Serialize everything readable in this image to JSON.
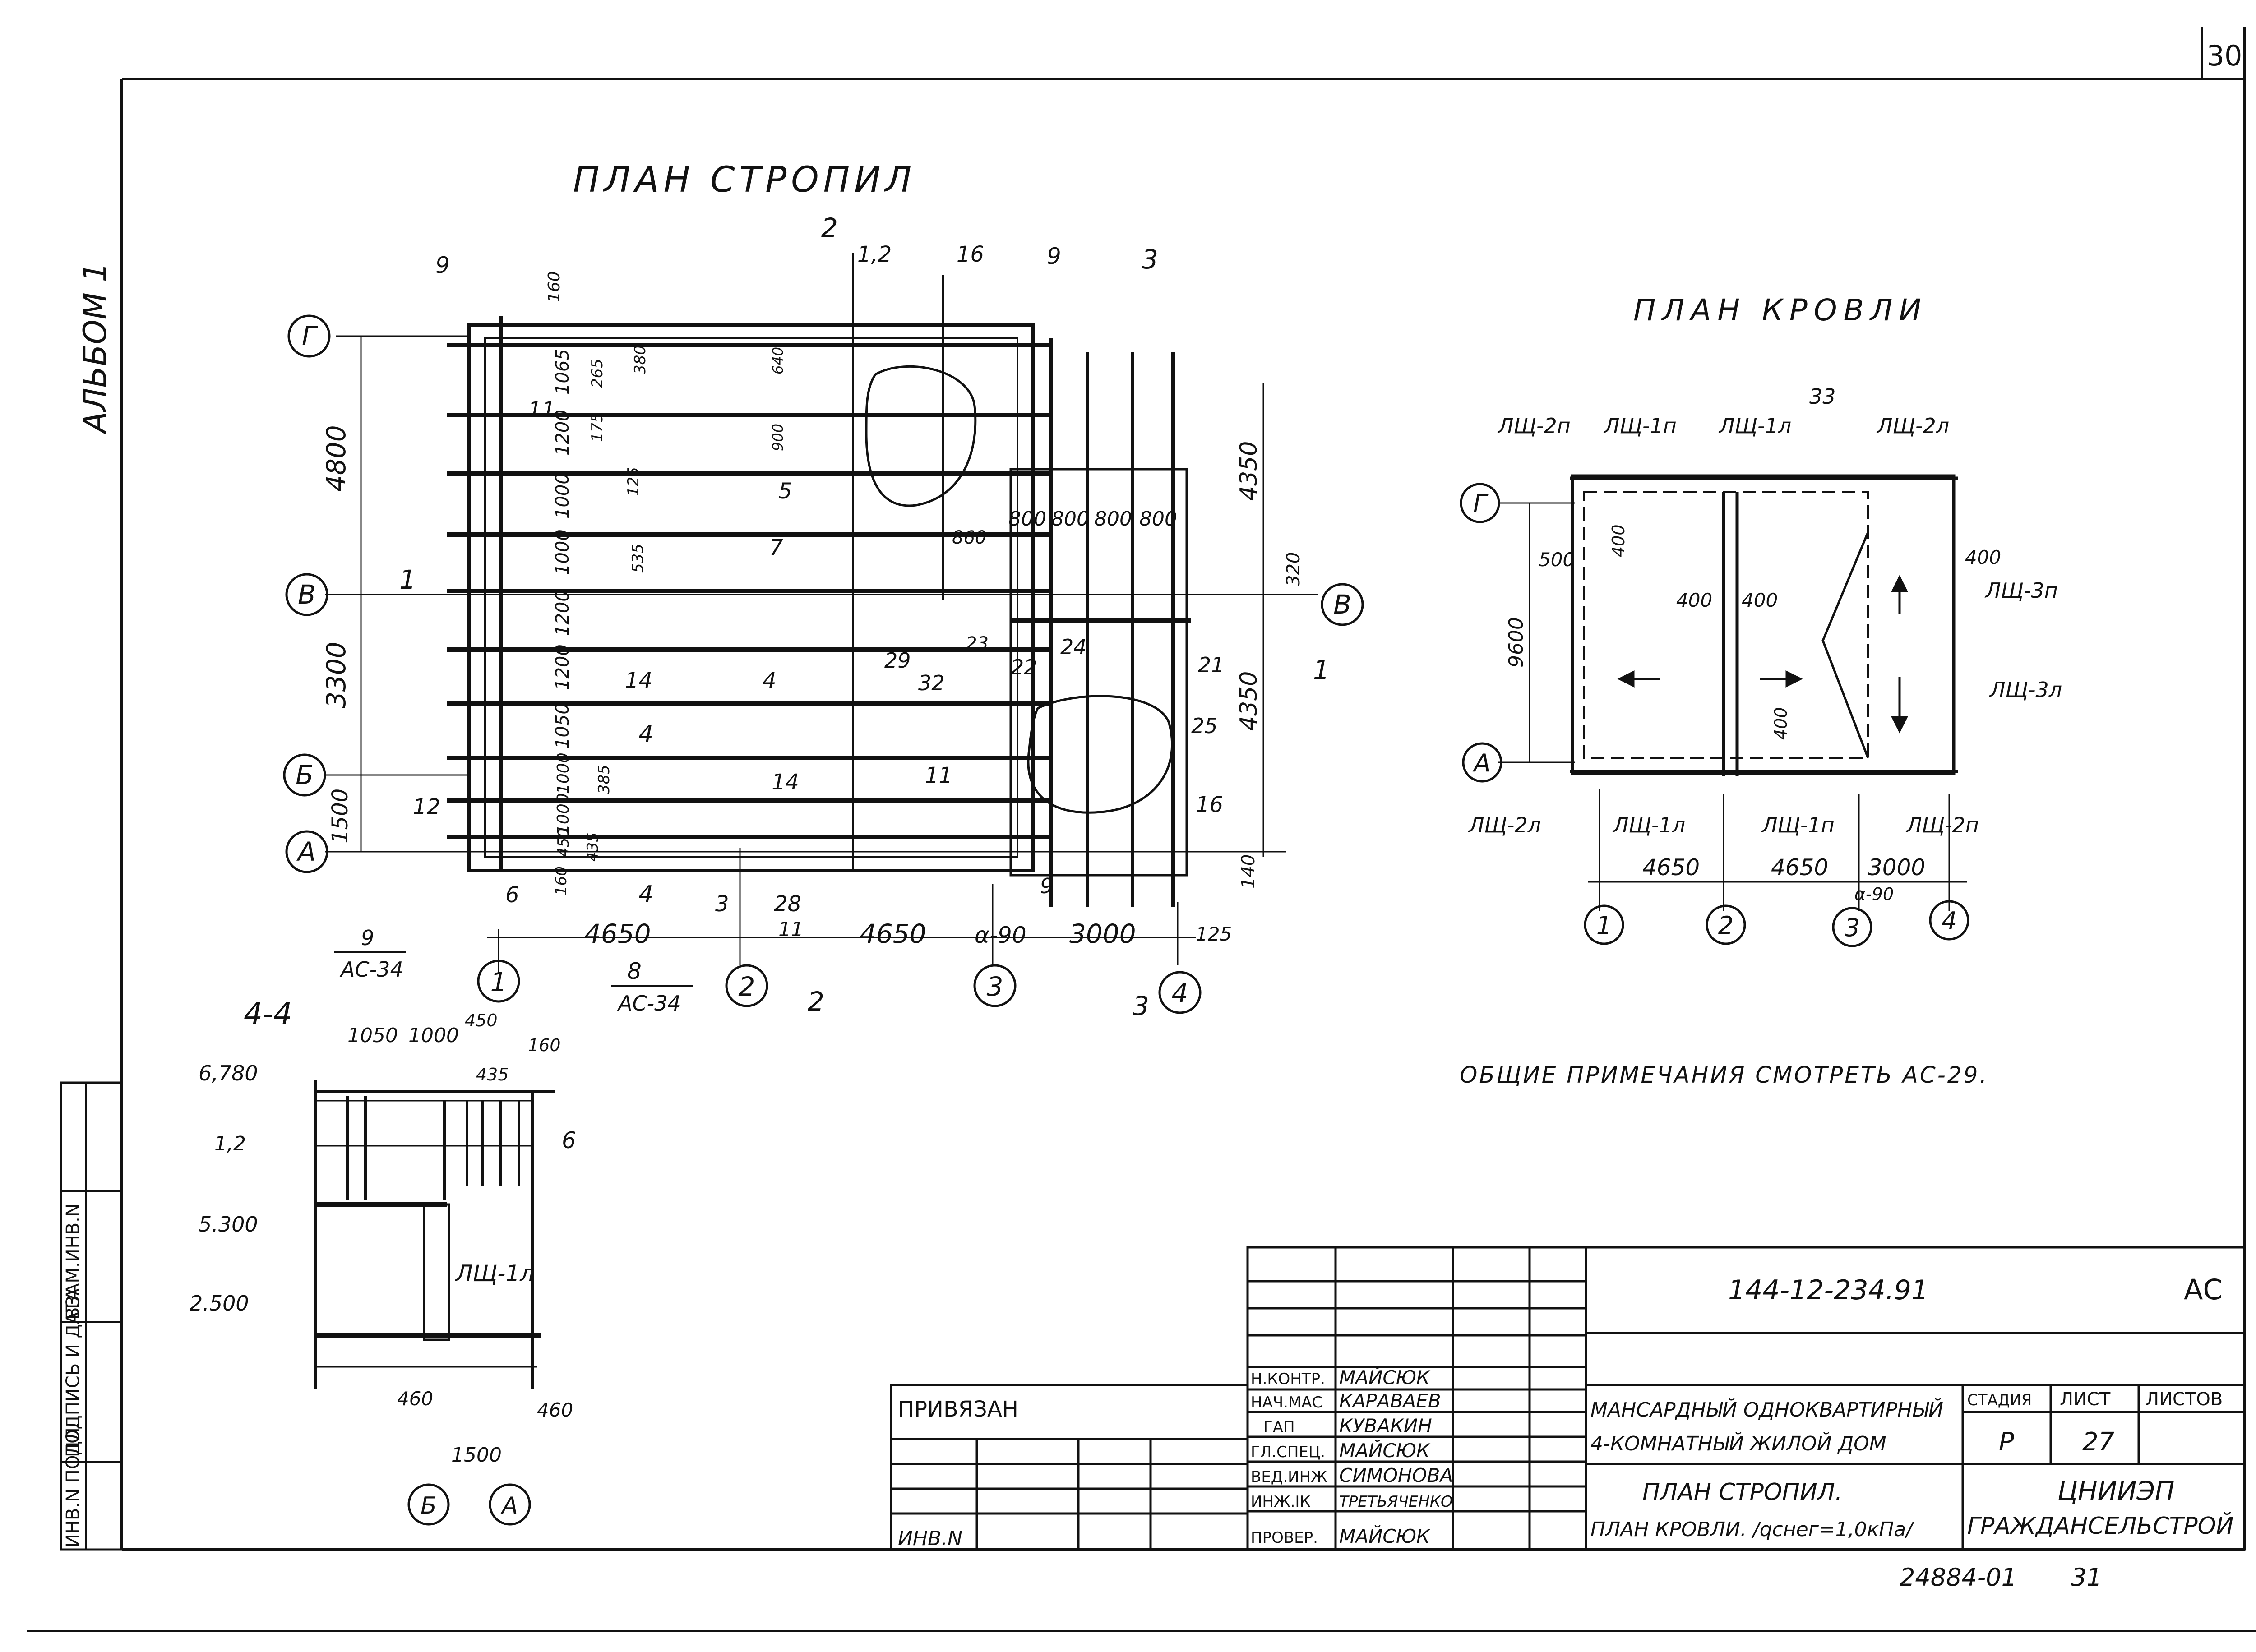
{
  "sheet_corner": "30",
  "album_label": "АЛЬБОМ 1",
  "side_stamp": {
    "inv_podl": "ИНВ.N ПОДЛ.",
    "podpis_data": "ПОДПИСЬ И ДАТА",
    "vzam_inv": "ВЗАМ.ИНВ.N"
  },
  "rafter_plan": {
    "title": "ПЛАН СТРОПИЛ",
    "axes_rows": [
      "Г",
      "В",
      "Б",
      "А"
    ],
    "axes_cols": [
      "1",
      "2",
      "3",
      "4"
    ],
    "left_dims": [
      "4800",
      "3300",
      "1500"
    ],
    "right_dims": [
      "4350",
      "4350",
      "320",
      "140"
    ],
    "bottom_dims": [
      "4650",
      "4650",
      "3000",
      "α-90",
      "125"
    ],
    "spacings": [
      "1065",
      "1200",
      "1000",
      "1000",
      "1200",
      "1200",
      "1050",
      "1000",
      "1000",
      "450",
      "160",
      "435",
      "385",
      "535",
      "125",
      "175",
      "265",
      "380",
      "640",
      "900"
    ],
    "top_spacing": [
      "800",
      "800",
      "800",
      "800",
      "860"
    ],
    "section_marks": [
      "1",
      "1",
      "2",
      "2",
      "3",
      "3",
      "4",
      "4"
    ],
    "positions": [
      "9",
      "1,2",
      "16",
      "9",
      "11",
      "5",
      "7",
      "14",
      "4",
      "11",
      "14",
      "12",
      "6",
      "3",
      "28",
      "11",
      "29",
      "32",
      "23",
      "22",
      "24",
      "21",
      "25",
      "16",
      "9"
    ],
    "refs": [
      {
        "num": "9",
        "sheet": "АС-34"
      },
      {
        "num": "8",
        "sheet": "АС-34"
      }
    ],
    "top_160": "160"
  },
  "roof_plan": {
    "title": "ПЛАН КРОВЛИ",
    "panels_top": [
      "ЛЩ-2п",
      "ЛЩ-1п",
      "ЛЩ-1л",
      "ЛЩ-2л"
    ],
    "panels_bottom": [
      "ЛЩ-2л",
      "ЛЩ-1л",
      "ЛЩ-1п",
      "ЛЩ-2п"
    ],
    "panels_right": [
      "ЛЩ-3п",
      "ЛЩ-3л"
    ],
    "dims": [
      "9600",
      "4650",
      "4650",
      "3000",
      "500",
      "400",
      "400",
      "400",
      "400",
      "400"
    ],
    "slope_note": "α-90",
    "item": "33",
    "axes_rows": [
      "Г",
      "А"
    ],
    "axes_cols": [
      "1",
      "2",
      "3",
      "4"
    ]
  },
  "section_44": {
    "title": "4-4",
    "levels": [
      "6,780",
      "5.300",
      "2.500"
    ],
    "dims_top": [
      "1050",
      "1000",
      "450",
      "435",
      "160"
    ],
    "dims_bottom": [
      "460",
      "460",
      "1500"
    ],
    "labels": [
      "1,2",
      "6",
      "ЛЩ-1л"
    ],
    "axes": [
      "Б",
      "А"
    ]
  },
  "general_note": "ОБЩИЕ ПРИМЕЧАНИЯ СМОТРЕТЬ АС-29.",
  "title_block": {
    "doc_code": "144-12-234.91",
    "set": "АС",
    "privyazan": "ПРИВЯЗАН",
    "inv_n": "ИНВ.N",
    "project": "МАНСАРДНЫЙ ОДНОКВАРТИРНЫЙ 4-КОМНАТНЫЙ ЖИЛОЙ ДОМ",
    "project_line1": "МАНСАРДНЫЙ ОДНОКВАРТИРНЫЙ",
    "project_line2": "4-КОМНАТНЫЙ ЖИЛОЙ ДОМ",
    "sheet_title_line1": "ПЛАН СТРОПИЛ.",
    "sheet_title_line2": "ПЛАН КРОВЛИ. /qснег=1,0кПа/",
    "stage_h": "СТАДИЯ",
    "list_h": "ЛИСТ",
    "lists_h": "ЛИСТОВ",
    "stage": "Р",
    "list": "27",
    "org_line1": "ЦНИИЭП",
    "org_line2": "ГРАЖДАНСЕЛЬСТРОЙ",
    "signatures": [
      {
        "role": "Н.КОНТР.",
        "name": "МАЙСЮК"
      },
      {
        "role": "НАЧ.МАС",
        "name": "КАРАВАЕВ"
      },
      {
        "role": "ГАП",
        "name": "КУВАКИН"
      },
      {
        "role": "ГЛ.СПЕЦ.",
        "name": "МАЙСЮК"
      },
      {
        "role": "ВЕД.ИНЖ",
        "name": "СИМОНОВА"
      },
      {
        "role": "ИНЖ.IК",
        "name": "ТРЕТЬЯЧЕНКО"
      },
      {
        "role": "ПРОВЕР.",
        "name": "МАЙСЮК"
      }
    ],
    "archive_no": "24884-01",
    "archive_sheet": "31"
  }
}
